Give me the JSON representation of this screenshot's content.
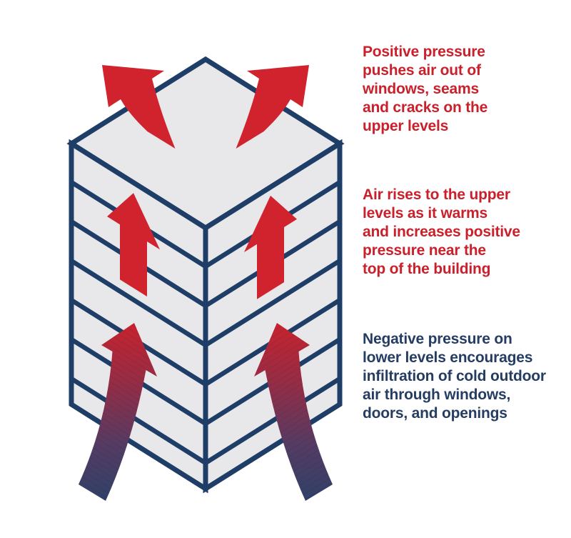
{
  "annotations": {
    "positive_pressure": {
      "text": "Positive pressure\npushes air out of\nwindows, seams\nand cracks on the\nupper levels",
      "color": "#c9202b"
    },
    "air_rises": {
      "text": "Air rises to the upper\nlevels as it warms\nand increases positive\npressure near the\ntop of the building",
      "color": "#c9202b"
    },
    "negative_pressure": {
      "text": "Negative pressure on\nlower levels encourages\ninfiltration of cold outdoor\nair through windows,\ndoors, and openings",
      "color": "#253c63"
    }
  },
  "colors": {
    "background": "#ffffff",
    "building_outline": "#1e3e68",
    "building_fill": "#e8e8ea",
    "arrow_red": "#d0232e",
    "cold_air_navy": "#2e4168",
    "cold_air_purple": "#553b63",
    "cold_air_crimson": "#8f2e48",
    "cold_air_red": "#c6232e"
  },
  "icons": {
    "exhaust_arrow_left": "curved-arrow-up-left",
    "exhaust_arrow_right": "curved-arrow-up-right",
    "rising_air_arrow_left": "straight-arrow-up-sheared",
    "rising_air_arrow_right": "straight-arrow-up-sheared",
    "infiltration_arrow_left": "curved-gradient-arrow-up",
    "infiltration_arrow_right": "curved-gradient-arrow-up"
  },
  "diagram": {
    "subject": "building stack effect",
    "faces_visible": 2,
    "floor_bands_per_face": 7
  }
}
